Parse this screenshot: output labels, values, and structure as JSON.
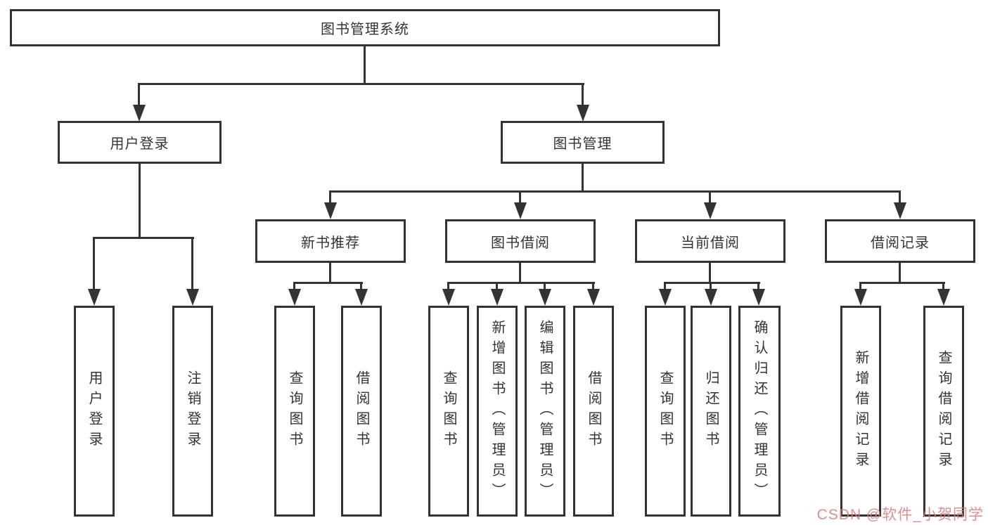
{
  "diagram": {
    "root": {
      "label": "图书管理系统"
    },
    "level1": [
      {
        "label": "用户登录"
      },
      {
        "label": "图书管理"
      }
    ],
    "level2": [
      {
        "label": "新书推荐"
      },
      {
        "label": "图书借阅"
      },
      {
        "label": "当前借阅"
      },
      {
        "label": "借阅记录"
      }
    ],
    "leaves": {
      "user_login": [
        {
          "label": "用户登录"
        },
        {
          "label": "注销登录"
        }
      ],
      "new_book": [
        {
          "label": "查询图书"
        },
        {
          "label": "借阅图书"
        }
      ],
      "book_borrow": [
        {
          "label": "查询图书"
        },
        {
          "label": "新增图书（管理员）"
        },
        {
          "label": "编辑图书（管理员）"
        },
        {
          "label": "借阅图书"
        }
      ],
      "current_borrow": [
        {
          "label": "查询图书"
        },
        {
          "label": "归还图书"
        },
        {
          "label": "确认归还（管理员）"
        }
      ],
      "borrow_record": [
        {
          "label": "新增借阅记录"
        },
        {
          "label": "查询借阅记录"
        }
      ]
    },
    "watermark": "CSDN @软件_小贺同学",
    "colors": {
      "line": "#333333",
      "text": "#333333",
      "background": "#ffffff",
      "watermark": "#d97a7a"
    }
  }
}
